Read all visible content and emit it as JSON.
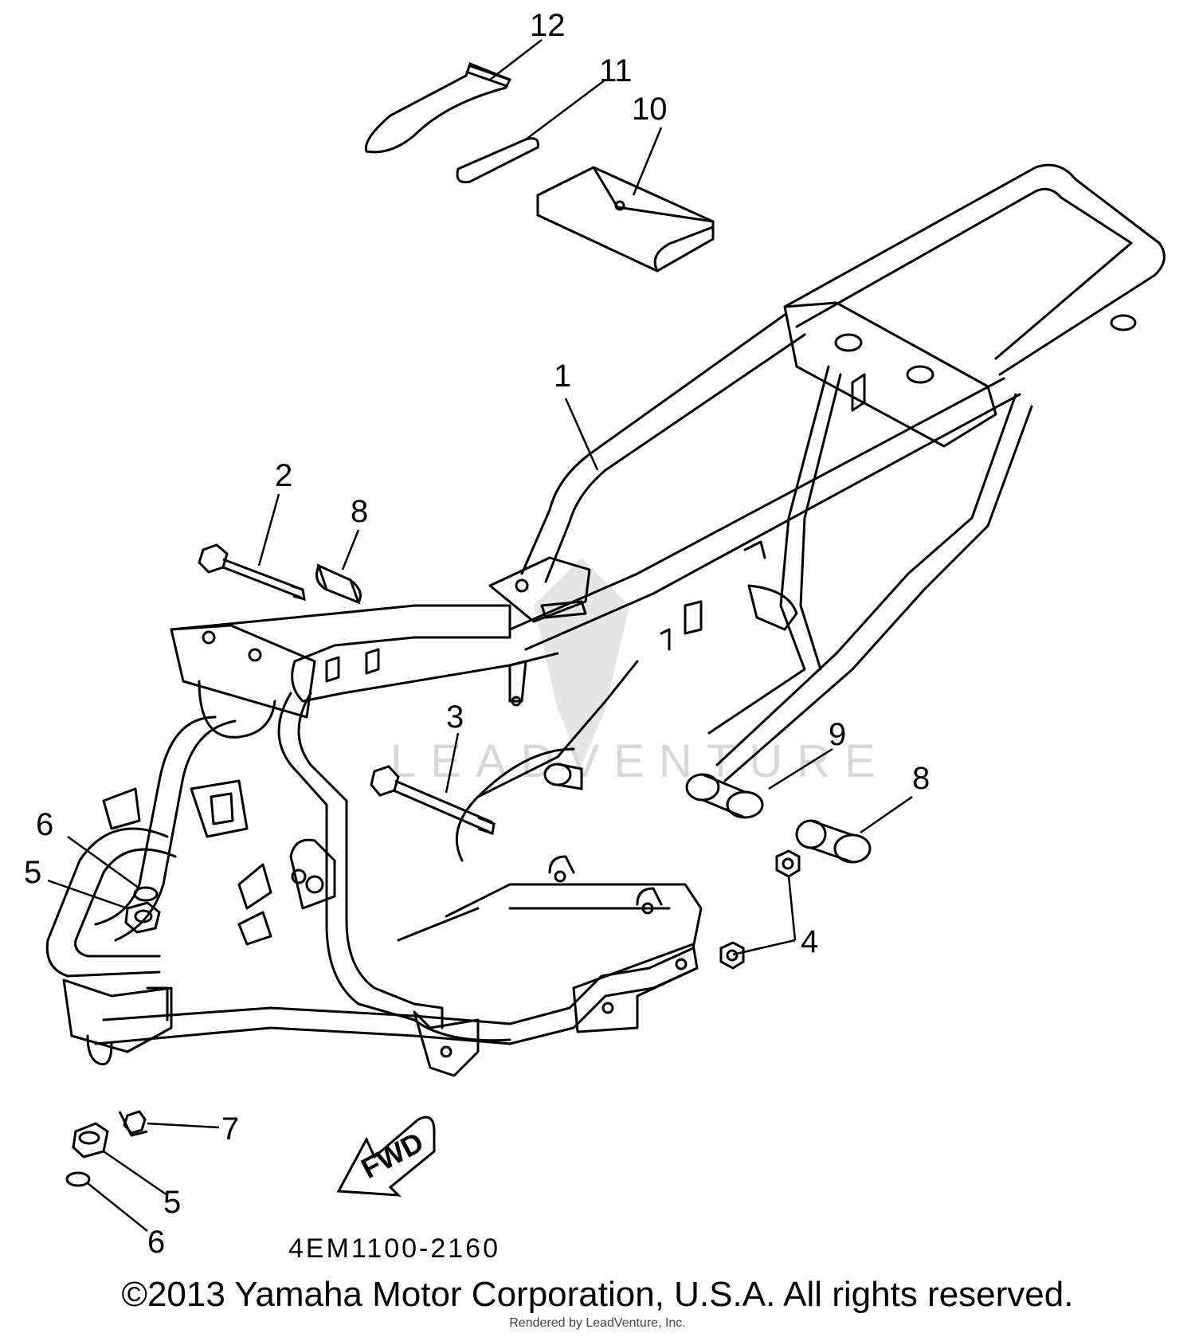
{
  "diagram": {
    "part_code": "4EM1100-2160",
    "fwd_label": "FWD",
    "callouts": [
      {
        "id": "c12",
        "label": "12"
      },
      {
        "id": "c11",
        "label": "11"
      },
      {
        "id": "c10",
        "label": "10"
      },
      {
        "id": "c1",
        "label": "1"
      },
      {
        "id": "c2",
        "label": "2"
      },
      {
        "id": "c8a",
        "label": "8"
      },
      {
        "id": "c3",
        "label": "3"
      },
      {
        "id": "c9",
        "label": "9"
      },
      {
        "id": "c8b",
        "label": "8"
      },
      {
        "id": "c6a",
        "label": "6"
      },
      {
        "id": "c5a",
        "label": "5"
      },
      {
        "id": "c4",
        "label": "4"
      },
      {
        "id": "c7",
        "label": "7"
      },
      {
        "id": "c5b",
        "label": "5"
      },
      {
        "id": "c6b",
        "label": "6"
      }
    ]
  },
  "watermark": {
    "text": "LEADVENTURE"
  },
  "footer": {
    "copyright": "©2013 Yamaha Motor Corporation, U.S.A. All rights reserved.",
    "rendered_by": "Rendered by LeadVenture, Inc."
  }
}
